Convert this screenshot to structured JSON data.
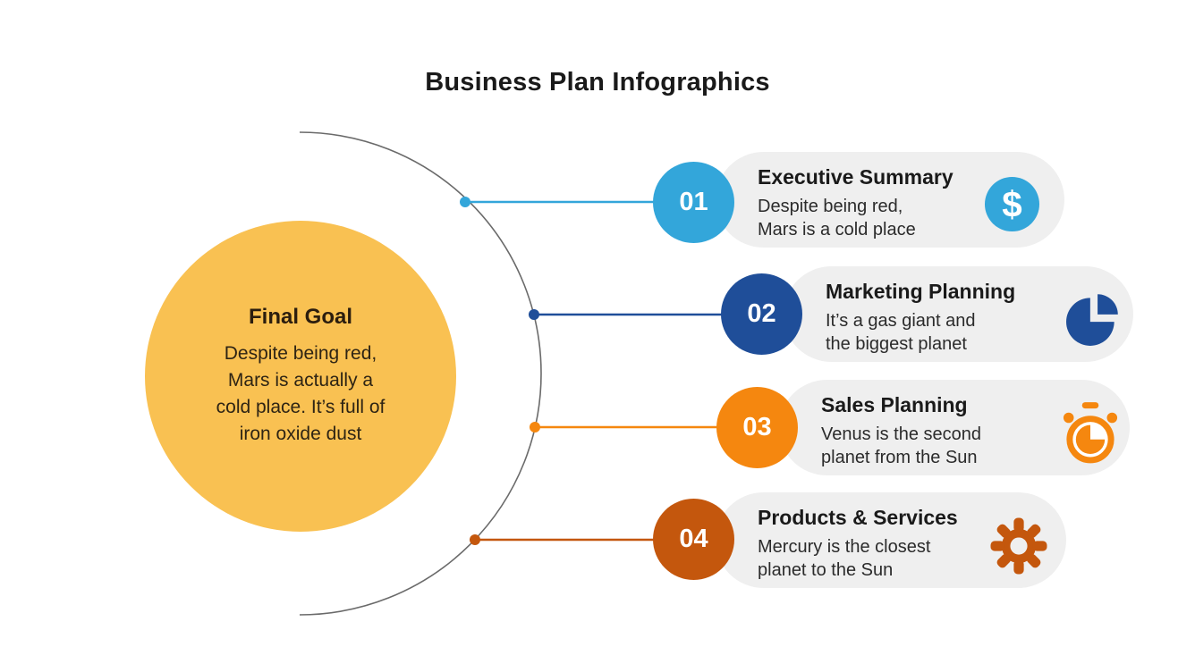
{
  "slide": {
    "title": "Business Plan Infographics"
  },
  "final_goal": {
    "title": "Final Goal",
    "lines": [
      "Despite being red,",
      "Mars is actually a",
      "cold place. It’s full of",
      "iron oxide dust"
    ]
  },
  "items": [
    {
      "number": "01",
      "title": "Executive Summary",
      "lines": [
        "Despite being red,",
        "Mars is a cold place"
      ],
      "icon": "dollar-icon",
      "color": "#33A6DA"
    },
    {
      "number": "02",
      "title": "Marketing Planning",
      "lines": [
        "It’s a gas giant and",
        "the biggest planet"
      ],
      "icon": "pie-chart-icon",
      "color": "#1F4E99"
    },
    {
      "number": "03",
      "title": "Sales Planning",
      "lines": [
        "Venus is the second",
        "planet from the Sun"
      ],
      "icon": "stopwatch-icon",
      "color": "#F5870F"
    },
    {
      "number": "04",
      "title": "Products & Services",
      "lines": [
        "Mercury is the closest",
        "planet to the Sun"
      ],
      "icon": "gear-icon",
      "color": "#C4570D"
    }
  ],
  "colors": {
    "goal_circle": "#F9C152",
    "card_background": "#EFEFEF",
    "arc_stroke": "#6A6A6A",
    "title_text": "#1A1A1A",
    "body_text": "#2B2B2B",
    "number_text": "#FFFFFF"
  },
  "dollar_glyph": "$"
}
